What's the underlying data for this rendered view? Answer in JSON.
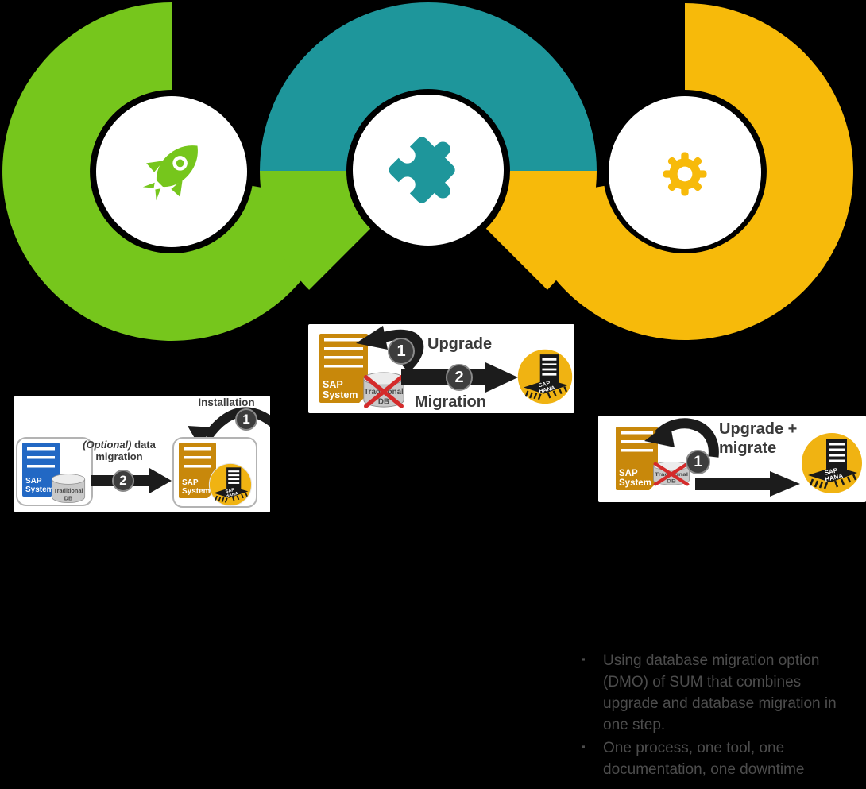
{
  "colors": {
    "background": "#000000",
    "ring_green": "#76C61C",
    "ring_teal": "#1E969B",
    "ring_yellow": "#F7BA0A",
    "server_orange": "#C8880B",
    "server_blue": "#2268C4",
    "hana_gold": "#F0B312",
    "arrow_black": "#1c1c1c",
    "badge_gray": "#3d3d3d",
    "diagram_text": "#3a3a3a",
    "notes_text": "#4d4d4d",
    "red_x": "#D42B2B"
  },
  "rings": {
    "left": {
      "icon": "rocket-icon"
    },
    "middle": {
      "icon": "puzzle-icon"
    },
    "right": {
      "icon": "gear-icon"
    }
  },
  "labels": {
    "sap_system_line1": "SAP",
    "sap_system_line2": "System",
    "db_line1": "Traditional",
    "db_line2": "DB",
    "hana_line1": "SAP",
    "hana_line2": "HANA"
  },
  "panel_new_install": {
    "title": "Installation",
    "step_install": "1",
    "step_migrate": "2",
    "migration_label_italic": "(Optional)",
    "migration_label_rest": "data",
    "migration_label_line2": "migration"
  },
  "panel_upgrade_migration": {
    "step_upgrade": "1",
    "upgrade_label": "Upgrade",
    "step_migration": "2",
    "migration_label": "Migration"
  },
  "panel_dmo": {
    "step": "1",
    "label_line1": "Upgrade +",
    "label_line2": "migrate"
  },
  "notes": {
    "bullet_char": "▪",
    "bullets": [
      "Using database migration option (DMO) of SUM that combines upgrade and database migration in one step.",
      "One process, one tool, one documentation, one downtime"
    ]
  }
}
